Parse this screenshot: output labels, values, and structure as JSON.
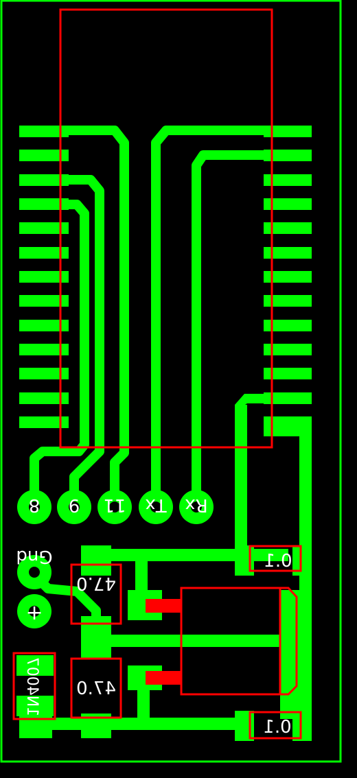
{
  "colors": {
    "background": "#000000",
    "copper": "#00ff00",
    "outline": "#ff0000",
    "silkscreen": "#ffffff"
  },
  "pin_labels": {
    "p1": "8",
    "p2": "9",
    "p3": "11",
    "p4": "Tx",
    "p5": "Rx",
    "gnd": "Gnd",
    "plus": "+"
  },
  "components": {
    "c1_value": "0.1",
    "c2_value": "0.1",
    "r1_value": "47.0",
    "r2_value": "47.0",
    "diode_part": "1N4007"
  }
}
